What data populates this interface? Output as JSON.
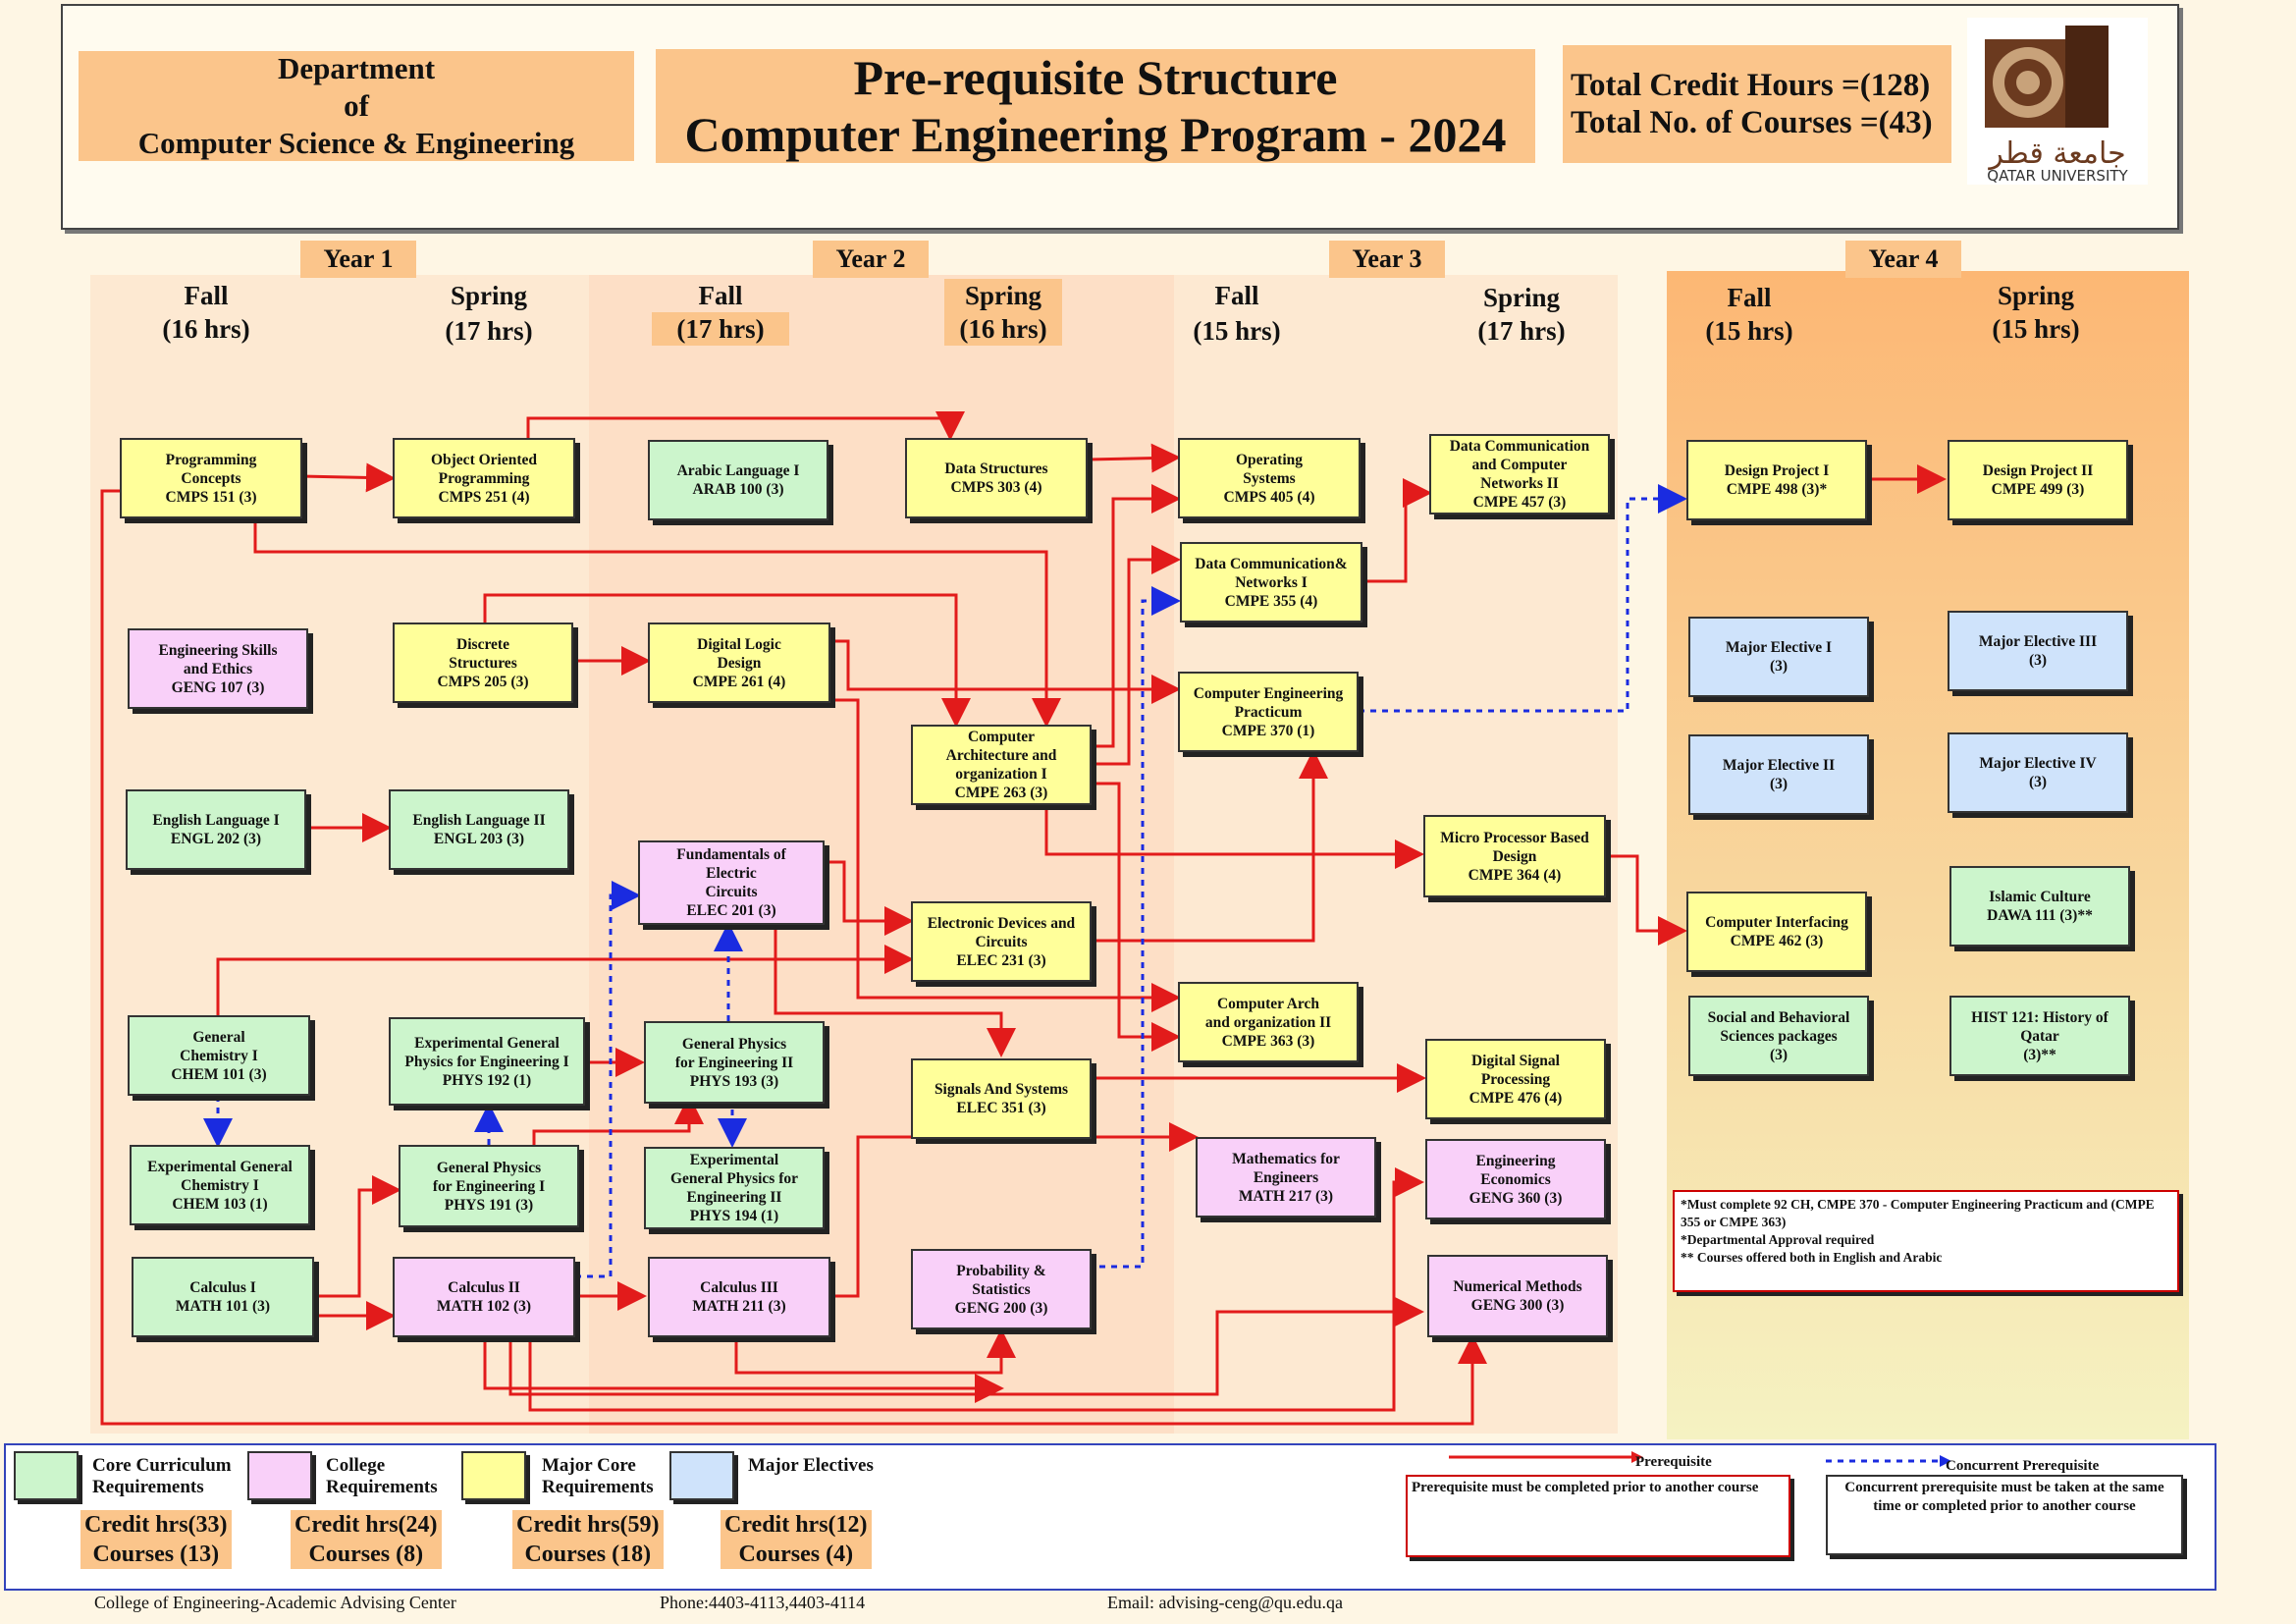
{
  "header": {
    "department": [
      "Department",
      "of",
      "Computer Science & Engineering"
    ],
    "title": [
      "Pre-requisite Structure",
      "Computer Engineering Program - 2024"
    ],
    "totals": [
      "Total Credit Hours =(128)",
      "Total No. of Courses =(43)"
    ],
    "logo_arabic": "جامعة قطر",
    "logo_english": "QATAR UNIVERSITY"
  },
  "years": [
    "Year 1",
    "Year 2",
    "Year 3",
    "Year 4"
  ],
  "semesters": {
    "y1_fall": [
      "Fall",
      "(16 hrs)"
    ],
    "y1_spring": [
      "Spring",
      "(17 hrs)"
    ],
    "y2_fall": [
      "Fall",
      "(17 hrs)"
    ],
    "y2_spring": [
      "Spring",
      "(16 hrs)"
    ],
    "y3_fall": [
      "Fall",
      "(15 hrs)"
    ],
    "y3_spring": [
      "Spring",
      "(17 hrs)"
    ],
    "y4_fall": [
      "Fall",
      "(15 hrs)"
    ],
    "y4_spring": [
      "Spring",
      "(15 hrs)"
    ]
  },
  "courses": {
    "cmps151": [
      "Programming",
      "Concepts",
      "CMPS 151 (3)"
    ],
    "geng107": [
      "Engineering Skills",
      "and Ethics",
      "GENG 107 (3)"
    ],
    "engl202": [
      "English Language I",
      "ENGL 202 (3)"
    ],
    "chem101": [
      "General",
      "Chemistry I",
      "CHEM 101 (3)"
    ],
    "chem103": [
      "Experimental General",
      "Chemistry I",
      "CHEM 103 (1)"
    ],
    "math101": [
      "Calculus I",
      "MATH 101 (3)"
    ],
    "cmps251": [
      "Object Oriented",
      "Programming",
      "CMPS 251 (4)"
    ],
    "cmps205": [
      "Discrete",
      "Structures",
      "CMPS 205 (3)"
    ],
    "engl203": [
      "English Language II",
      "ENGL 203 (3)"
    ],
    "phys192": [
      "Experimental General",
      "Physics for Engineering I",
      "PHYS 192 (1)"
    ],
    "phys191": [
      "General Physics",
      "for Engineering I",
      "PHYS 191 (3)"
    ],
    "math102": [
      "Calculus II",
      "MATH 102 (3)"
    ],
    "arab100": [
      "Arabic Language I",
      "ARAB 100 (3)"
    ],
    "cmpe261": [
      "Digital Logic",
      "Design",
      "CMPE 261 (4)"
    ],
    "elec201": [
      "Fundamentals of",
      "Electric",
      "Circuits",
      "ELEC 201 (3)"
    ],
    "phys193": [
      "General Physics",
      "for Engineering II",
      "PHYS 193 (3)"
    ],
    "phys194": [
      "Experimental",
      "General Physics for",
      "Engineering II",
      "PHYS 194 (1)"
    ],
    "math211": [
      "Calculus III",
      "MATH 211 (3)"
    ],
    "cmps303": [
      "Data Structures",
      "CMPS 303 (4)"
    ],
    "cmpe263": [
      "Computer",
      "Architecture and",
      "organization I",
      "CMPE 263 (3)"
    ],
    "elec231": [
      "Electronic Devices and",
      "Circuits",
      "ELEC 231 (3)"
    ],
    "elec351": [
      "Signals And Systems",
      "ELEC 351 (3)"
    ],
    "geng200": [
      "Probability &",
      "Statistics",
      "GENG 200 (3)"
    ],
    "cmps405": [
      "Operating",
      "Systems",
      "CMPS 405 (4)"
    ],
    "cmpe355": [
      "Data Communication&",
      "Networks I",
      "CMPE 355 (4)"
    ],
    "cmpe370": [
      "Computer Engineering",
      "Practicum",
      "CMPE 370 (1)"
    ],
    "cmpe363": [
      "Computer Arch",
      "and organization II",
      "CMPE 363 (3)"
    ],
    "math217": [
      "Mathematics for",
      "Engineers",
      "MATH 217 (3)"
    ],
    "cmpe457": [
      "Data Communication",
      "and Computer",
      "Networks II",
      "CMPE 457 (3)"
    ],
    "cmpe364": [
      "Micro Processor Based",
      "Design",
      "CMPE 364 (4)"
    ],
    "cmpe476": [
      "Digital Signal",
      "Processing",
      "CMPE 476 (4)"
    ],
    "geng360": [
      "Engineering",
      "Economics",
      "GENG 360 (3)"
    ],
    "geng300": [
      "Numerical Methods",
      "GENG 300 (3)"
    ],
    "cmpe498": [
      "Design Project I",
      "CMPE 498 (3)*"
    ],
    "elective1": [
      "Major Elective I",
      "(3)"
    ],
    "elective2": [
      "Major Elective II",
      "(3)"
    ],
    "cmpe462": [
      "Computer Interfacing",
      "CMPE 462 (3)"
    ],
    "social": [
      "Social and Behavioral",
      "Sciences packages",
      "(3)"
    ],
    "cmpe499": [
      "Design Project II",
      "CMPE 499 (3)"
    ],
    "elective3": [
      "Major Elective III",
      "(3)"
    ],
    "elective4": [
      "Major Elective IV",
      "(3)"
    ],
    "dawa111": [
      "Islamic Culture",
      "DAWA 111 (3)**"
    ],
    "hist121": [
      "HIST 121: History of",
      "Qatar",
      "(3)**"
    ]
  },
  "notes": [
    "*Must complete 92 CH, CMPE 370 - Computer Engineering Practicum and (CMPE 355 or CMPE 363)",
    "*Departmental Approval required",
    "** Courses offered both in English and Arabic"
  ],
  "legend": {
    "core": {
      "label": [
        "Core Curriculum",
        "Requirements"
      ],
      "stats": [
        "Credit hrs(33)",
        "Courses (13)"
      ],
      "color": "#ccf5cc"
    },
    "college": {
      "label": [
        "College",
        "Requirements"
      ],
      "stats": [
        "Credit hrs(24)",
        "Courses (8)"
      ],
      "color": "#f9d0f9"
    },
    "major": {
      "label": [
        "Major Core",
        "Requirements"
      ],
      "stats": [
        "Credit hrs(59)",
        "Courses (18)"
      ],
      "color": "#ffff9a"
    },
    "electives": {
      "label": [
        "Major Electives"
      ],
      "stats": [
        "Credit hrs(12)",
        "Courses (4)"
      ],
      "color": "#cfe3fb"
    },
    "prereq_title": "Prerequisite",
    "prereq_desc": "Prerequisite must be completed prior to another course",
    "concurrent_title": "Concurrent Prerequisite",
    "concurrent_desc": "Concurrent prerequisite must be taken at the same time or completed prior to another course"
  },
  "footer": {
    "center": "College of Engineering-Academic Advising Center",
    "phone": "Phone:4403-4113,4403-4114",
    "email": "Email: advising-ceng@qu.edu.qa"
  }
}
